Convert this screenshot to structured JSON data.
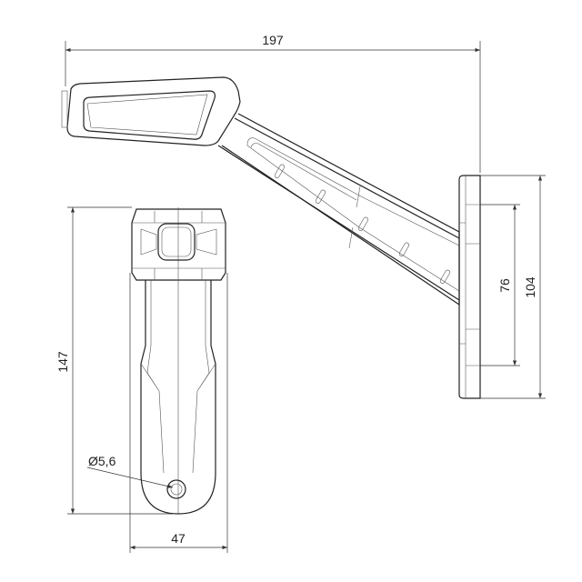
{
  "dimensions": {
    "overall_width": "197",
    "plate_height": "104",
    "hole_spacing": "76",
    "overall_height": "147",
    "hole_diameter": "Ø5,6",
    "front_width": "47"
  },
  "colors": {
    "line": "#222222",
    "background": "#ffffff"
  }
}
